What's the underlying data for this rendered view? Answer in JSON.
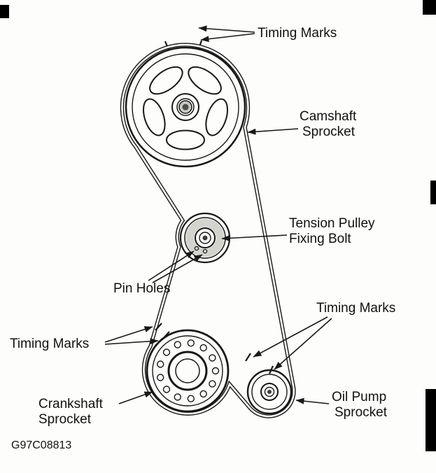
{
  "labels": {
    "timing_marks_top": "Timing Marks",
    "camshaft_line1": "Camshaft",
    "camshaft_line2": "Sprocket",
    "tension_pulley_line1": "Tension Pulley",
    "tension_pulley_line2": "Fixing Bolt",
    "pin_holes": "Pin Holes",
    "timing_marks_left": "Timing Marks",
    "timing_marks_right": "Timing Marks",
    "crankshaft_line1": "Crankshaft",
    "crankshaft_line2": "Sprocket",
    "oil_pump_line1": "Oil Pump",
    "oil_pump_line2": "Sprocket",
    "figure_code": "G97C08813"
  },
  "colors": {
    "ink": "#181818",
    "paper": "#fdfdfb"
  }
}
